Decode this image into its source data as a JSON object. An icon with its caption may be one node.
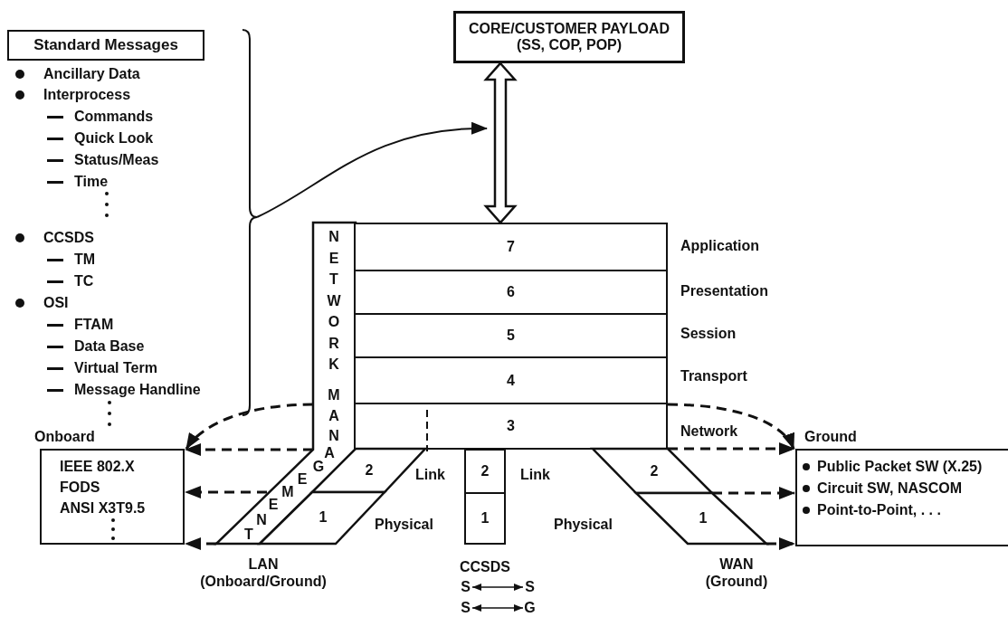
{
  "diagram": {
    "nodes": [
      {
        "text": [
          "Standard Messages"
        ]
      },
      {
        "text": [
          "CORE/CUSTOMER PAYLOAD (SS, COP, POP)"
        ]
      },
      {
        "text": [],
        "shape": "brace"
      },
      {
        "text": [
          "NETWORK MANAGEMENT"
        ]
      },
      {
        "text": [
          "7"
        ]
      },
      {
        "text": [
          "6"
        ]
      },
      {
        "text": [
          "5"
        ]
      },
      {
        "text": [
          "4"
        ]
      },
      {
        "text": [
          "3"
        ]
      },
      {
        "text": [
          "Onboard",
          "IEEE 802.X",
          "FODS",
          "ANSI X3T9.5"
        ]
      },
      {
        "text": [
          "2"
        ]
      },
      {
        "text": [
          "1"
        ]
      },
      {
        "text": [
          "2"
        ]
      },
      {
        "text": [
          "1"
        ]
      },
      {
        "text": [
          "2"
        ]
      },
      {
        "text": [
          "1"
        ]
      },
      {
        "text": [
          "Ground",
          "Public Packet SW (X.25)",
          "Circuit SW, NASCOM",
          "Point-to-Point, . . ."
        ]
      },
      {
        "text": [
          "S"
        ]
      },
      {
        "text": [
          "S"
        ]
      },
      {
        "text": [
          "S"
        ]
      },
      {
        "text": [
          "G"
        ]
      }
    ],
    "edges": [
      {
        "from": 1,
        "to": 4,
        "arrow": "both",
        "style": "thick"
      },
      {
        "from": 2,
        "to": null,
        "arrow": "to"
      },
      {
        "from": 3,
        "to": 9,
        "arrow": "to",
        "style": "dashed"
      },
      {
        "from": 3,
        "to": 9,
        "arrow": "to",
        "style": "dashed"
      },
      {
        "from": 3,
        "to": 9,
        "arrow": "to",
        "style": "dashed"
      },
      {
        "from": 3,
        "to": 9,
        "arrow": "to",
        "style": "dashed"
      },
      {
        "from": 8,
        "to": 16,
        "arrow": "to",
        "style": "dashed"
      },
      {
        "from": 8,
        "to": 16,
        "arrow": "to",
        "style": "dashed"
      },
      {
        "from": 14,
        "to": 16,
        "arrow": "to",
        "style": "dashed"
      },
      {
        "from": 15,
        "to": 16,
        "arrow": "to",
        "style": "dashed"
      },
      {
        "from": 17,
        "to": 18,
        "arrow": "both"
      },
      {
        "from": 19,
        "to": 20,
        "arrow": "both"
      }
    ],
    "labels": [
      "Ancillary Data",
      "Interprocess",
      "Commands",
      "Quick Look",
      "Status/Meas",
      "Time",
      "CCSDS",
      "TM",
      "TC",
      "OSI",
      "FTAM",
      "Data Base",
      "Virtual Term",
      "Message Handline",
      "Application",
      "Presentation",
      "Session",
      "Transport",
      "Network",
      "Link",
      "Physical",
      "Link",
      "Physical",
      "LAN (Onboard/Ground)",
      "CCSDS",
      "WAN (Ground)"
    ]
  }
}
